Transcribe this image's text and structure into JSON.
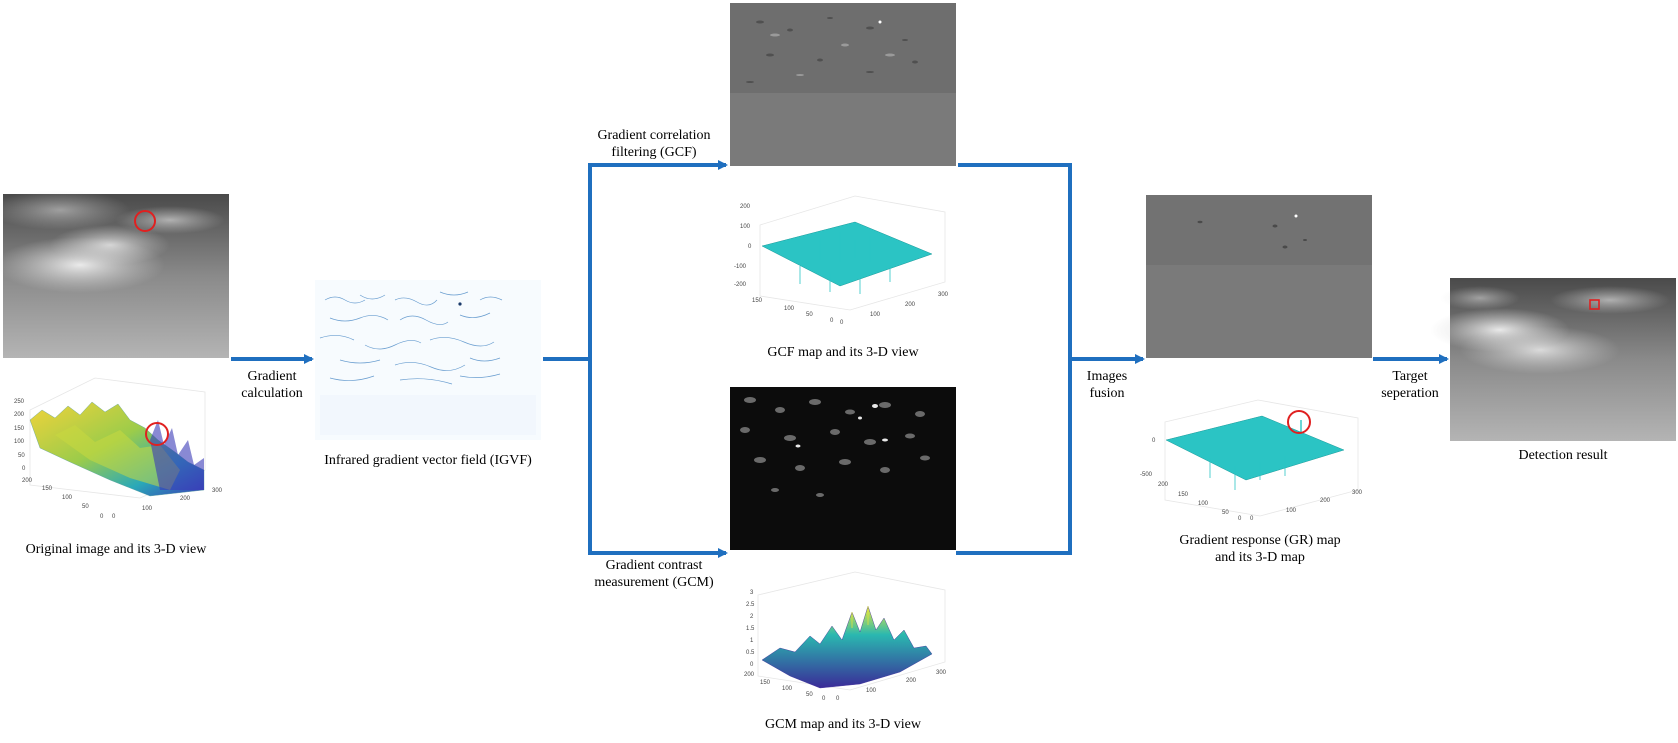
{
  "labels": {
    "original": "Original image and its 3-D view",
    "gradient_calc": "Gradient\ncalculation",
    "igvf": "Infrared gradient vector field (IGVF)",
    "gcf_arrow": "Gradient correlation\nfiltering (GCF)",
    "gcf_caption": "GCF map and its 3-D view",
    "gcm_arrow": "Gradient contrast\nmeasurement  (GCM)",
    "gcm_caption": "GCM map and its 3-D view",
    "fusion": "Images\nfusion",
    "gr_caption": "Gradient response (GR) map\nand its 3-D map",
    "target_sep": "Target\nseperation",
    "detection": "Detection result"
  },
  "plots": {
    "orig": {
      "z_ticks": [
        "250",
        "200",
        "150",
        "100",
        "50",
        "0"
      ],
      "y_ticks": [
        "200",
        "150",
        "100",
        "50",
        "0"
      ],
      "x_ticks": [
        "0",
        "100",
        "200",
        "300"
      ]
    },
    "gcf": {
      "z_ticks": [
        "200",
        "100",
        "0",
        "-100",
        "-200"
      ],
      "y_ticks": [
        "150",
        "100",
        "50",
        "0"
      ],
      "x_ticks": [
        "0",
        "100",
        "200",
        "300"
      ]
    },
    "gr": {
      "z_ticks": [
        "0",
        "-500"
      ],
      "y_ticks": [
        "200",
        "150",
        "100",
        "50",
        "0"
      ],
      "x_ticks": [
        "0",
        "100",
        "200",
        "300"
      ]
    },
    "gcm": {
      "z_ticks": [
        "3",
        "2.5",
        "2",
        "1.5",
        "1",
        "0.5",
        "0"
      ],
      "y_ticks": [
        "200",
        "150",
        "100",
        "50",
        "0"
      ],
      "x_ticks": [
        "0",
        "100",
        "200",
        "300"
      ]
    }
  },
  "colors": {
    "arrow": "#1f6fbf",
    "surface_cyan": "#2bc4c4",
    "marker": "#e02020"
  }
}
